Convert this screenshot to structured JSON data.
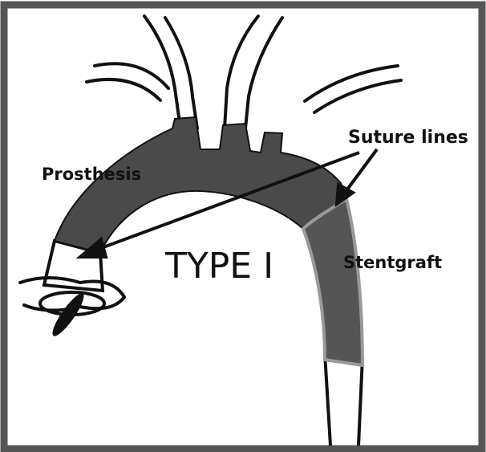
{
  "labels": {
    "suture": "Suture lines",
    "prosthesis": "Prosthesis",
    "type": "TYPE I",
    "stentgraft": "Stentgraft"
  },
  "colors": {
    "frame": "#555555",
    "prosthesis_fill": "#4a4a4a",
    "stentgraft_fill": "#555555",
    "stentgraft_border": "#9a9a9a",
    "vessel_stroke": "#111111"
  }
}
